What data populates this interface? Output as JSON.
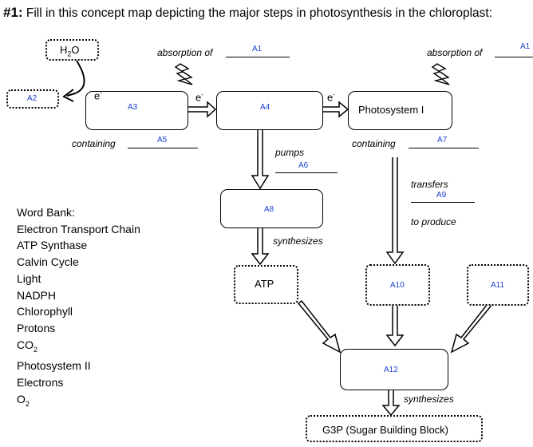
{
  "title": {
    "number": "#1:",
    "text": "Fill in this concept map depicting the major steps in photosynthesis in the chloroplast:"
  },
  "nodes": {
    "h2o": {
      "base": "H",
      "sub": "2",
      "rest": "O"
    },
    "a2": "A2",
    "a3": "A3",
    "a4": "A4",
    "a8": "A8",
    "a10": "A10",
    "a11": "A11",
    "a12": "A12",
    "photosystem1": "Photosystem I",
    "atp": "ATP",
    "g3p": "G3P (Sugar Building Block)"
  },
  "links": {
    "absorption_of": "absorption of",
    "a1": "A1",
    "containing": "containing",
    "a5": "A5",
    "a7": "A7",
    "pumps": "pumps",
    "a6": "A6",
    "transfers": "transfers",
    "a9": "A9",
    "to_produce": "to produce",
    "synthesizes": "synthesizes",
    "electron": "e",
    "electron_charge": "-"
  },
  "word_bank": {
    "heading": "Word Bank:",
    "items": [
      "Electron Transport Chain",
      "ATP Synthase",
      "Calvin Cycle",
      "Light",
      "NADPH",
      "Chlorophyll",
      "Protons"
    ],
    "co2": {
      "base": "CO",
      "sub": "2"
    },
    "items2": [
      "Photosystem II",
      "Electrons"
    ],
    "o2": {
      "base": "O",
      "sub": "2"
    }
  }
}
